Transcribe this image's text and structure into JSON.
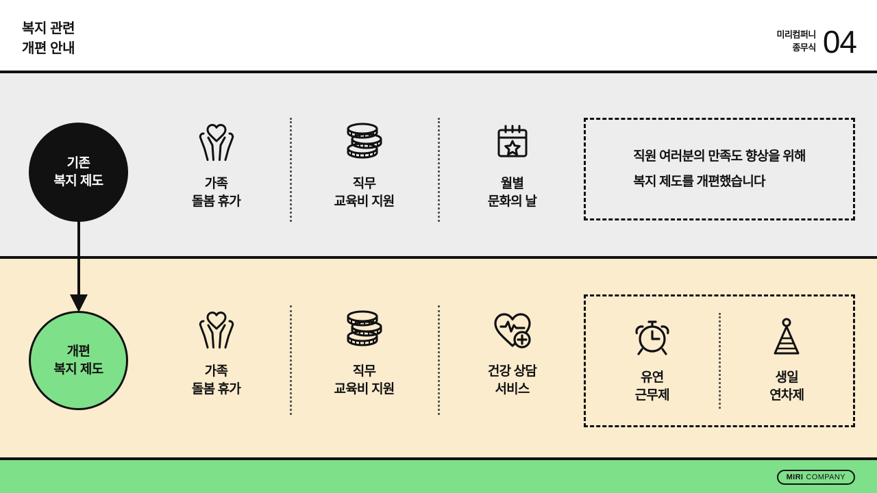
{
  "header": {
    "title": "복지 관련\n개편 안내",
    "company": "미리컴퍼니\n종무식",
    "page_number": "04"
  },
  "colors": {
    "band_before": "#EDEDED",
    "band_after": "#FBECCE",
    "accent_green": "#7FE08A",
    "ink": "#111111",
    "divider": "#5A5A5A"
  },
  "rows": {
    "before": {
      "stage_label": "기존\n복지 제도",
      "items": [
        {
          "icon": "hands-holding-heart-icon",
          "label": "가족\n돌봄 휴가"
        },
        {
          "icon": "coin-stack-icon",
          "label": "직무\n교육비 지원"
        },
        {
          "icon": "calendar-star-icon",
          "label": "월별\n문화의 날"
        }
      ],
      "note": "직원 여러분의  만족도 향상을 위해\n복지 제도를 개편했습니다"
    },
    "after": {
      "stage_label": "개편\n복지 제도",
      "items": [
        {
          "icon": "hands-holding-heart-icon",
          "label": "가족\n돌봄 휴가"
        },
        {
          "icon": "coin-stack-icon",
          "label": "직무\n교육비 지원"
        },
        {
          "icon": "heart-pulse-plus-icon",
          "label": "건강 상담\n서비스"
        }
      ],
      "new_items": [
        {
          "icon": "alarm-clock-icon",
          "label": "유연\n근무제"
        },
        {
          "icon": "party-hat-icon",
          "label": "생일\n연차제"
        }
      ]
    }
  },
  "footer": {
    "logo_bold": "MIRI",
    "logo_light": "COMPANY"
  }
}
